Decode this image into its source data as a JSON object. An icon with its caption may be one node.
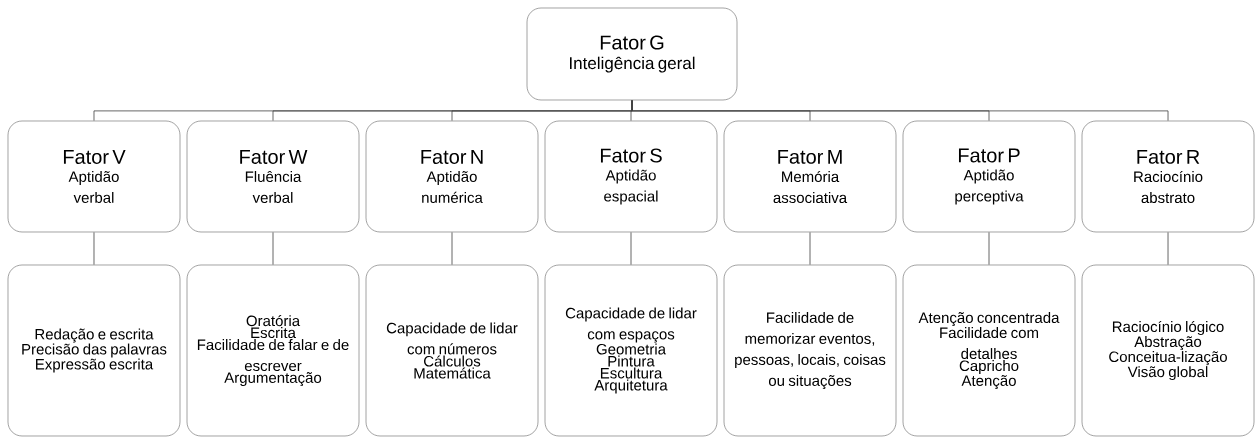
{
  "diagram": {
    "nodes": [
      {
        "text": [
          "Fator G",
          "Inteligência geral"
        ]
      },
      {
        "text": [
          "Fator V",
          "Aptidão verbal"
        ]
      },
      {
        "text": [
          "Fator W",
          "Fluência verbal"
        ]
      },
      {
        "text": [
          "Fator N",
          "Aptidão numérica"
        ]
      },
      {
        "text": [
          "Fator S",
          "Aptidão espacial"
        ]
      },
      {
        "text": [
          "Fator M",
          "Memória associativa"
        ]
      },
      {
        "text": [
          "Fator P",
          "Aptidão perceptiva"
        ]
      },
      {
        "text": [
          "Fator R",
          "Raciocínio abstrato"
        ]
      },
      {
        "text": [
          "Redação e escrita",
          "Precisão das palavras",
          "Expressão escrita"
        ]
      },
      {
        "text": [
          "Oratória",
          "Escrita",
          "Facilidade de falar e de escrever",
          "Argumentação"
        ]
      },
      {
        "text": [
          "Capacidade de lidar com números",
          "Cálculos",
          "Matemática"
        ]
      },
      {
        "text": [
          "Capacidade de lidar com espaços",
          "Geometria",
          "Pintura",
          "Escultura",
          "Arquitetura"
        ]
      },
      {
        "text": [
          "Facilidade de memorizar eventos, pessoas, locais, coisas ou situações"
        ]
      },
      {
        "text": [
          "Atenção concentrada",
          "Facilidade com detalhes",
          "Capricho",
          "Atenção"
        ]
      },
      {
        "text": [
          "Raciocínio lógico",
          "Abstração",
          "Conceitua-lização",
          "Visão global"
        ]
      }
    ],
    "edges": [
      {
        "from": 0,
        "to": 1,
        "arrow": "none"
      },
      {
        "from": 0,
        "to": 2,
        "arrow": "none"
      },
      {
        "from": 0,
        "to": 3,
        "arrow": "none"
      },
      {
        "from": 0,
        "to": 4,
        "arrow": "none"
      },
      {
        "from": 0,
        "to": 5,
        "arrow": "none"
      },
      {
        "from": 0,
        "to": 6,
        "arrow": "none"
      },
      {
        "from": 0,
        "to": 7,
        "arrow": "none"
      },
      {
        "from": 1,
        "to": 8,
        "arrow": "none"
      },
      {
        "from": 2,
        "to": 9,
        "arrow": "none"
      },
      {
        "from": 3,
        "to": 10,
        "arrow": "none"
      },
      {
        "from": 4,
        "to": 11,
        "arrow": "none"
      },
      {
        "from": 5,
        "to": 12,
        "arrow": "none"
      },
      {
        "from": 6,
        "to": 13,
        "arrow": "none"
      },
      {
        "from": 7,
        "to": 14,
        "arrow": "none"
      }
    ]
  }
}
